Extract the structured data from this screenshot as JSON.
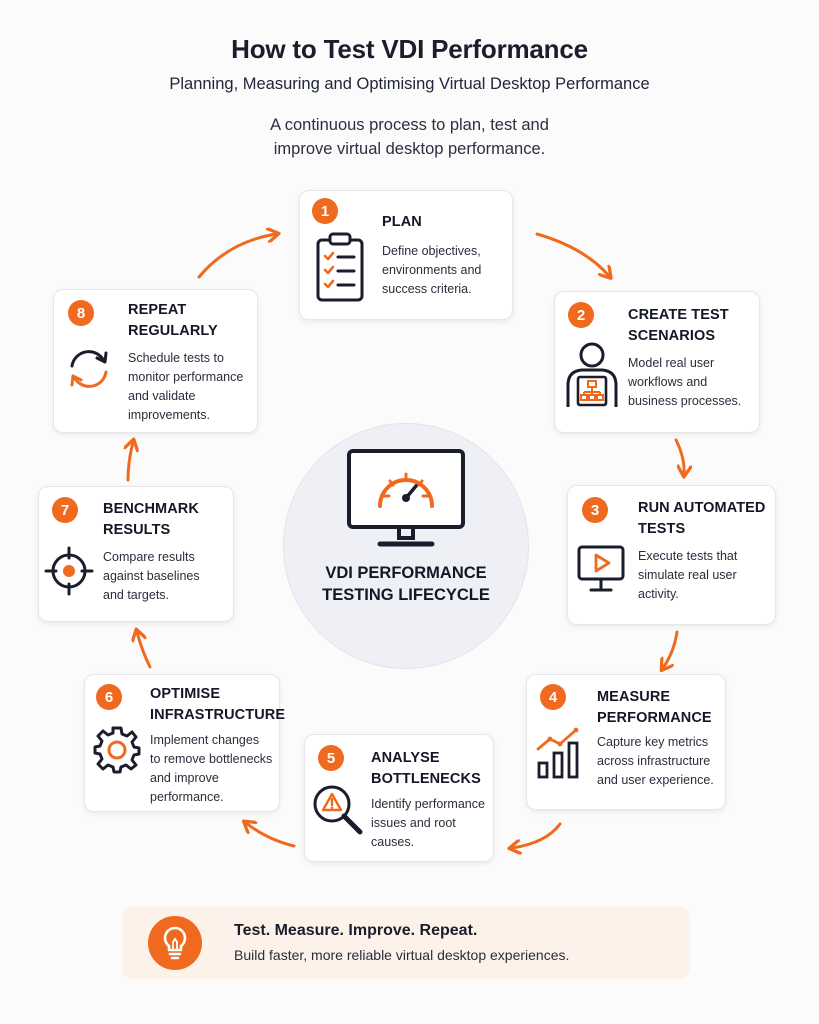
{
  "header": {
    "title": "How to Test VDI Performance",
    "subtitle": "Planning, Measuring and Optimising Virtual Desktop Performance",
    "intro_line1": "A continuous process to plan, test and",
    "intro_line2": "improve virtual desktop performance."
  },
  "hub": {
    "line1": "VDI PERFORMANCE",
    "line2": "TESTING LIFECYCLE",
    "icon": "monitor-gauge-icon"
  },
  "steps": [
    {
      "number": "1",
      "title": [
        "PLAN"
      ],
      "desc": [
        "Define objectives,",
        "environments and",
        "success criteria."
      ],
      "icon": "clipboard-checklist-icon"
    },
    {
      "number": "2",
      "title": [
        "CREATE TEST",
        "SCENARIOS"
      ],
      "desc": [
        "Model real user",
        "workflows and",
        "business processes."
      ],
      "icon": "user-workflow-icon"
    },
    {
      "number": "3",
      "title": [
        "RUN AUTOMATED",
        "TESTS"
      ],
      "desc": [
        "Execute tests that",
        "simulate real user",
        "activity."
      ],
      "icon": "monitor-play-icon"
    },
    {
      "number": "4",
      "title": [
        "MEASURE",
        "PERFORMANCE"
      ],
      "desc": [
        "Capture key metrics",
        "across infrastructure",
        "and user experience."
      ],
      "icon": "bar-chart-trend-icon"
    },
    {
      "number": "5",
      "title": [
        "ANALYSE",
        "BOTTLENECKS"
      ],
      "desc": [
        "Identify performance",
        "issues and root",
        "causes."
      ],
      "icon": "magnifier-warning-icon"
    },
    {
      "number": "6",
      "title": [
        "OPTIMISE",
        "INFRASTRUCTURE"
      ],
      "desc": [
        "Implement changes",
        "to remove bottlenecks",
        "and improve",
        "performance."
      ],
      "icon": "gear-icon"
    },
    {
      "number": "7",
      "title": [
        "BENCHMARK",
        "RESULTS"
      ],
      "desc": [
        "Compare results",
        "against baselines",
        "and targets."
      ],
      "icon": "target-crosshair-icon"
    },
    {
      "number": "8",
      "title": [
        "REPEAT",
        "REGULARLY"
      ],
      "desc": [
        "Schedule tests to",
        "monitor performance",
        "and validate",
        "improvements."
      ],
      "icon": "refresh-cycle-icon"
    }
  ],
  "footer": {
    "title": "Test. Measure. Improve. Repeat.",
    "text": "Build faster, more reliable virtual desktop experiences.",
    "icon": "lightbulb-icon"
  },
  "colors": {
    "accent": "#ef6a1f",
    "text": "#1a1d2b",
    "hub_bg": "#eef0f5",
    "banner_bg": "#fdf2ea"
  }
}
